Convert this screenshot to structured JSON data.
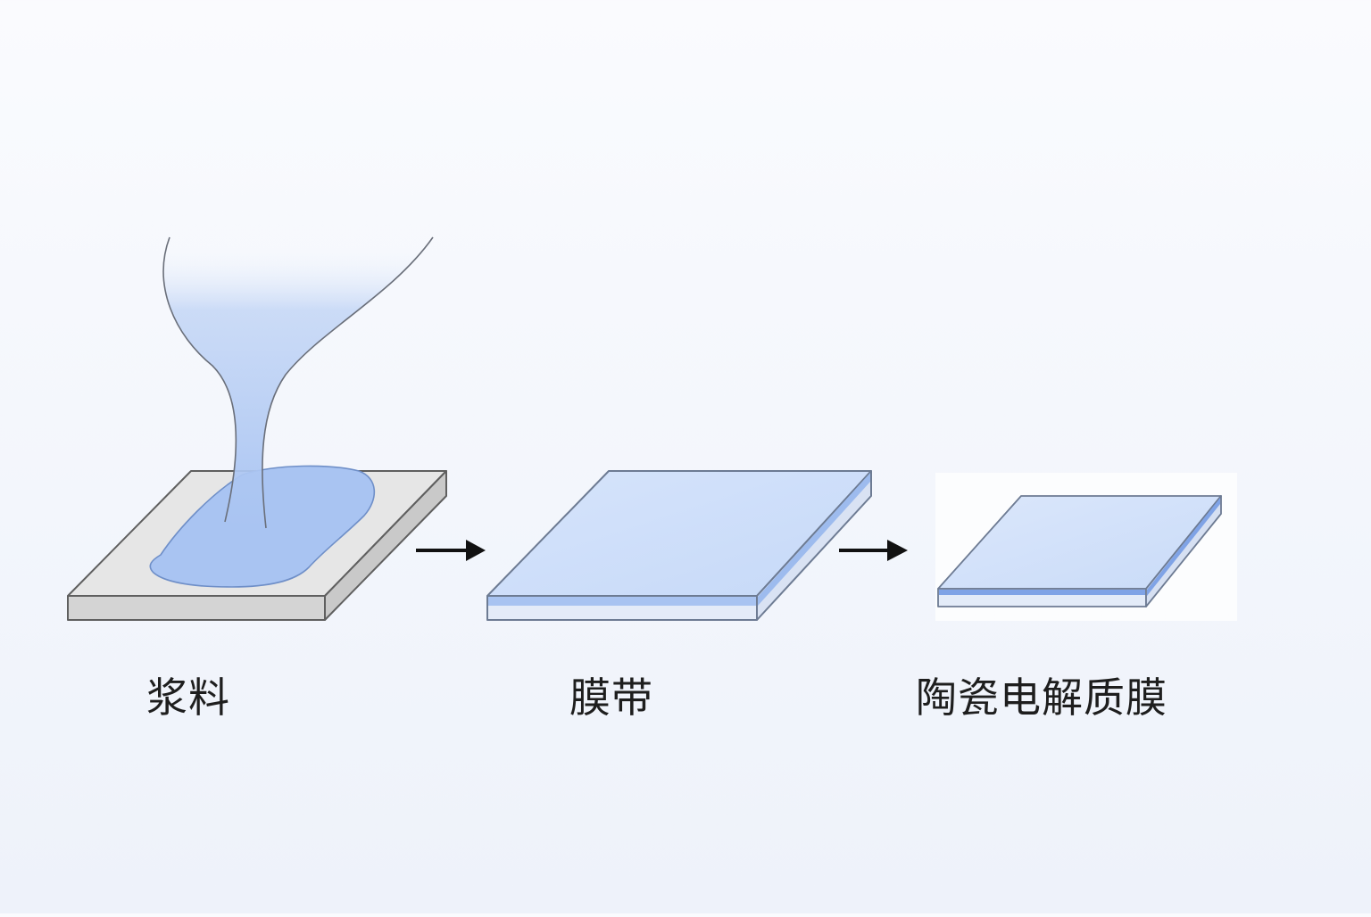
{
  "labels": {
    "slurry": "浆料",
    "tape": "膜带",
    "membrane": "陶瓷电解质膜"
  },
  "colors": {
    "background": "#f5f7fc",
    "slurry_blue": "#a9c4f2",
    "film_blue": "#cfe0fa",
    "film_edge_blue": "#8fb1ec",
    "substrate_top": "#e6e6e6",
    "substrate_side": "#d2d2d2",
    "outline": "#5f5f5f",
    "arrow": "#111111",
    "text": "#1e1e1e"
  },
  "icons": {
    "arrow_1": "right-arrow-icon",
    "arrow_2": "right-arrow-icon"
  }
}
